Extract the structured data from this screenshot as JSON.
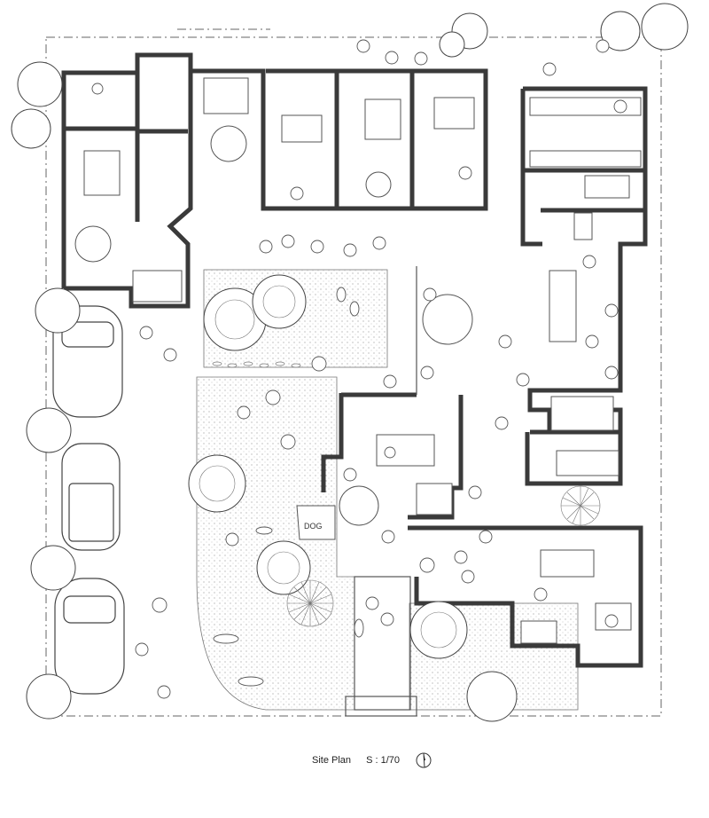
{
  "caption": {
    "title": "Site Plan",
    "scale": "S : 1/70"
  },
  "signs": {
    "dog_house": "DOG"
  },
  "icons": {
    "north_arrow": "north-arrow-icon"
  }
}
